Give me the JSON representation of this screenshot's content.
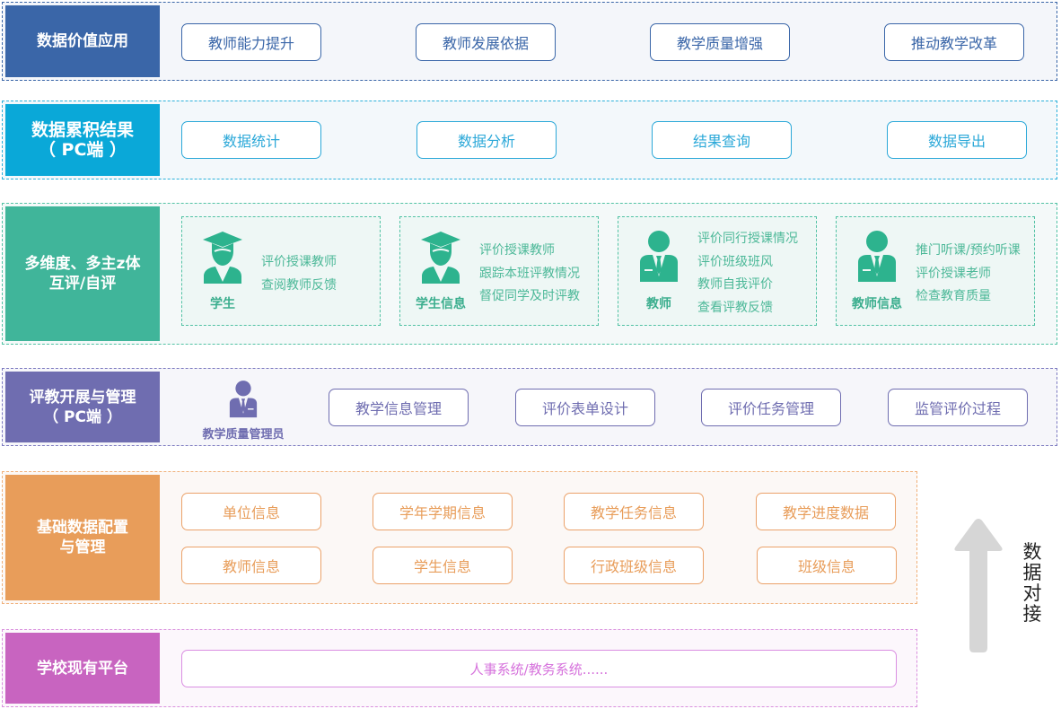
{
  "colors": {
    "row1": "#3A66A8",
    "row2": "#0AA8D8",
    "row3": "#40B59A",
    "row4": "#6F6DB0",
    "row5": "#E89D5A",
    "row6": "#C864C0",
    "arrow": "#D6D6D6"
  },
  "layers": {
    "value_application": {
      "title": "数据价值应用",
      "items": [
        "教师能力提升",
        "教师发展依据",
        "教学质量增强",
        "推动教学改革"
      ]
    },
    "accumulated_results": {
      "title_line1": "数据累积结果",
      "title_line2": "（ PC端 ）",
      "items": [
        "数据统计",
        "数据分析",
        "结果查询",
        "数据导出"
      ]
    },
    "multi_evaluation": {
      "title_line1": "多维度、多主z体",
      "title_line2": "互评/自评",
      "roles": [
        {
          "name": "学生",
          "icon": "graduate-icon",
          "lines": [
            "评价授课教师",
            "查阅教师反馈"
          ]
        },
        {
          "name": "学生信息",
          "icon": "graduate-icon",
          "lines": [
            "评价授课教师",
            "跟踪本班评教情况",
            "督促同学及时评教"
          ]
        },
        {
          "name": "教师",
          "icon": "teacher-icon",
          "lines": [
            "评价同行授课情况",
            "评价班级班风",
            "教师自我评价",
            "查看评教反馈"
          ]
        },
        {
          "name": "教师信息",
          "icon": "teacher-icon",
          "lines": [
            "推门听课/预约听课",
            "评价授课老师",
            "检查教育质量"
          ]
        }
      ]
    },
    "evaluation_management": {
      "title_line1": "评教开展与管理",
      "title_line2": "（ PC端 ）",
      "admin_role": "教学质量管理员",
      "items": [
        "教学信息管理",
        "评价表单设计",
        "评价任务管理",
        "监管评价过程"
      ]
    },
    "base_data": {
      "title_line1": "基础数据配置",
      "title_line2": "与管理",
      "items": [
        "单位信息",
        "学年学期信息",
        "教学任务信息",
        "教学进度数据",
        "教师信息",
        "学生信息",
        "行政班级信息",
        "班级信息"
      ]
    },
    "existing_platform": {
      "title": "学校现有平台",
      "systems": "人事系统/教务系统......"
    }
  },
  "data_flow": {
    "label": "数据对接",
    "direction": "up"
  }
}
